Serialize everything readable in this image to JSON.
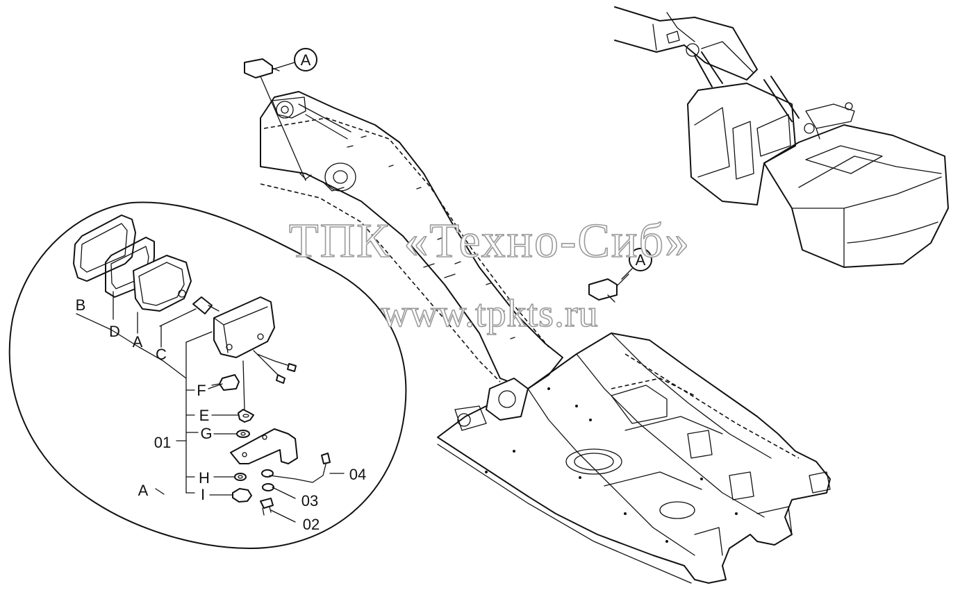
{
  "callouts": {
    "view_a_boom": "A",
    "view_a_frame": "A"
  },
  "detail": {
    "title": "A",
    "parts": {
      "b": "B",
      "d": "D",
      "a": "A",
      "c": "C",
      "f": "F",
      "e": "E",
      "g": "G",
      "h": "H",
      "i": "I"
    },
    "assembly": "01",
    "bolt": "02",
    "washer": "03",
    "wire": "04"
  },
  "watermark": {
    "line1": "ТПК «Техно-Сиб»",
    "line2": "www.tpkts.ru"
  }
}
